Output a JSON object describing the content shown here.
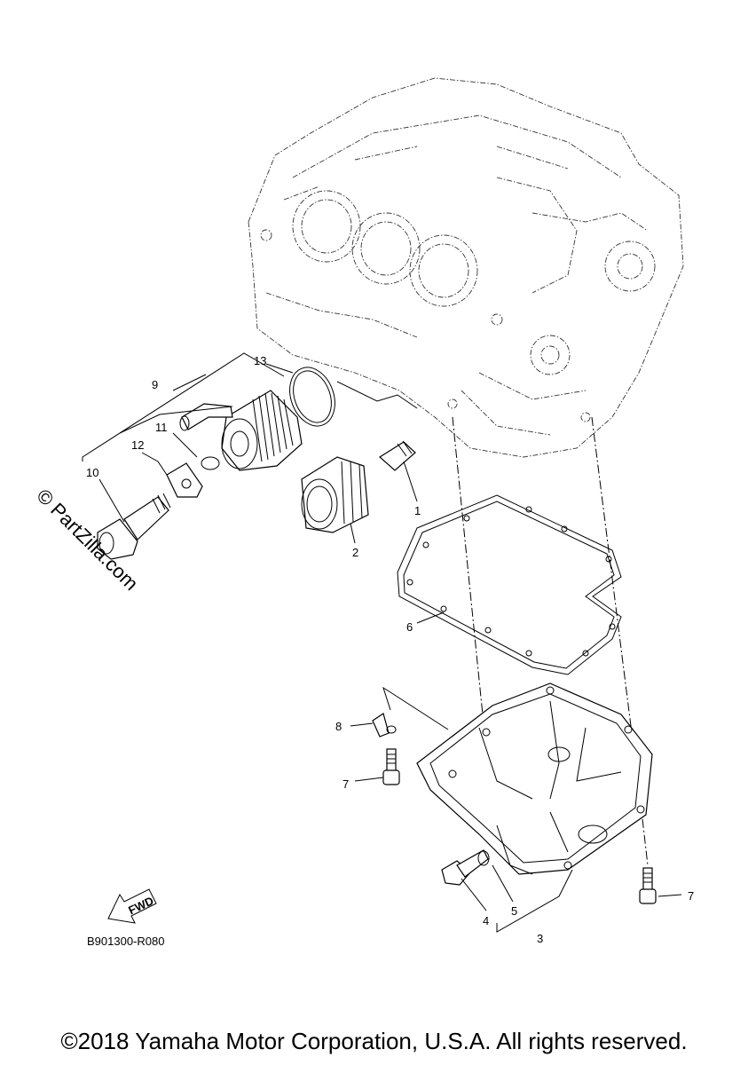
{
  "callouts": {
    "c1": "1",
    "c2": "2",
    "c3": "3",
    "c4": "4",
    "c5": "5",
    "c6": "6",
    "c7a": "7",
    "c7b": "7",
    "c8": "8",
    "c9": "9",
    "c10": "10",
    "c11": "11",
    "c12": "12",
    "c13": "13"
  },
  "arrow_label": "FWD",
  "diagram_code": "B901300-R080",
  "watermark": "© PartZilla.com",
  "copyright": "©2018 Yamaha Motor Corporation, U.S.A. All rights reserved."
}
